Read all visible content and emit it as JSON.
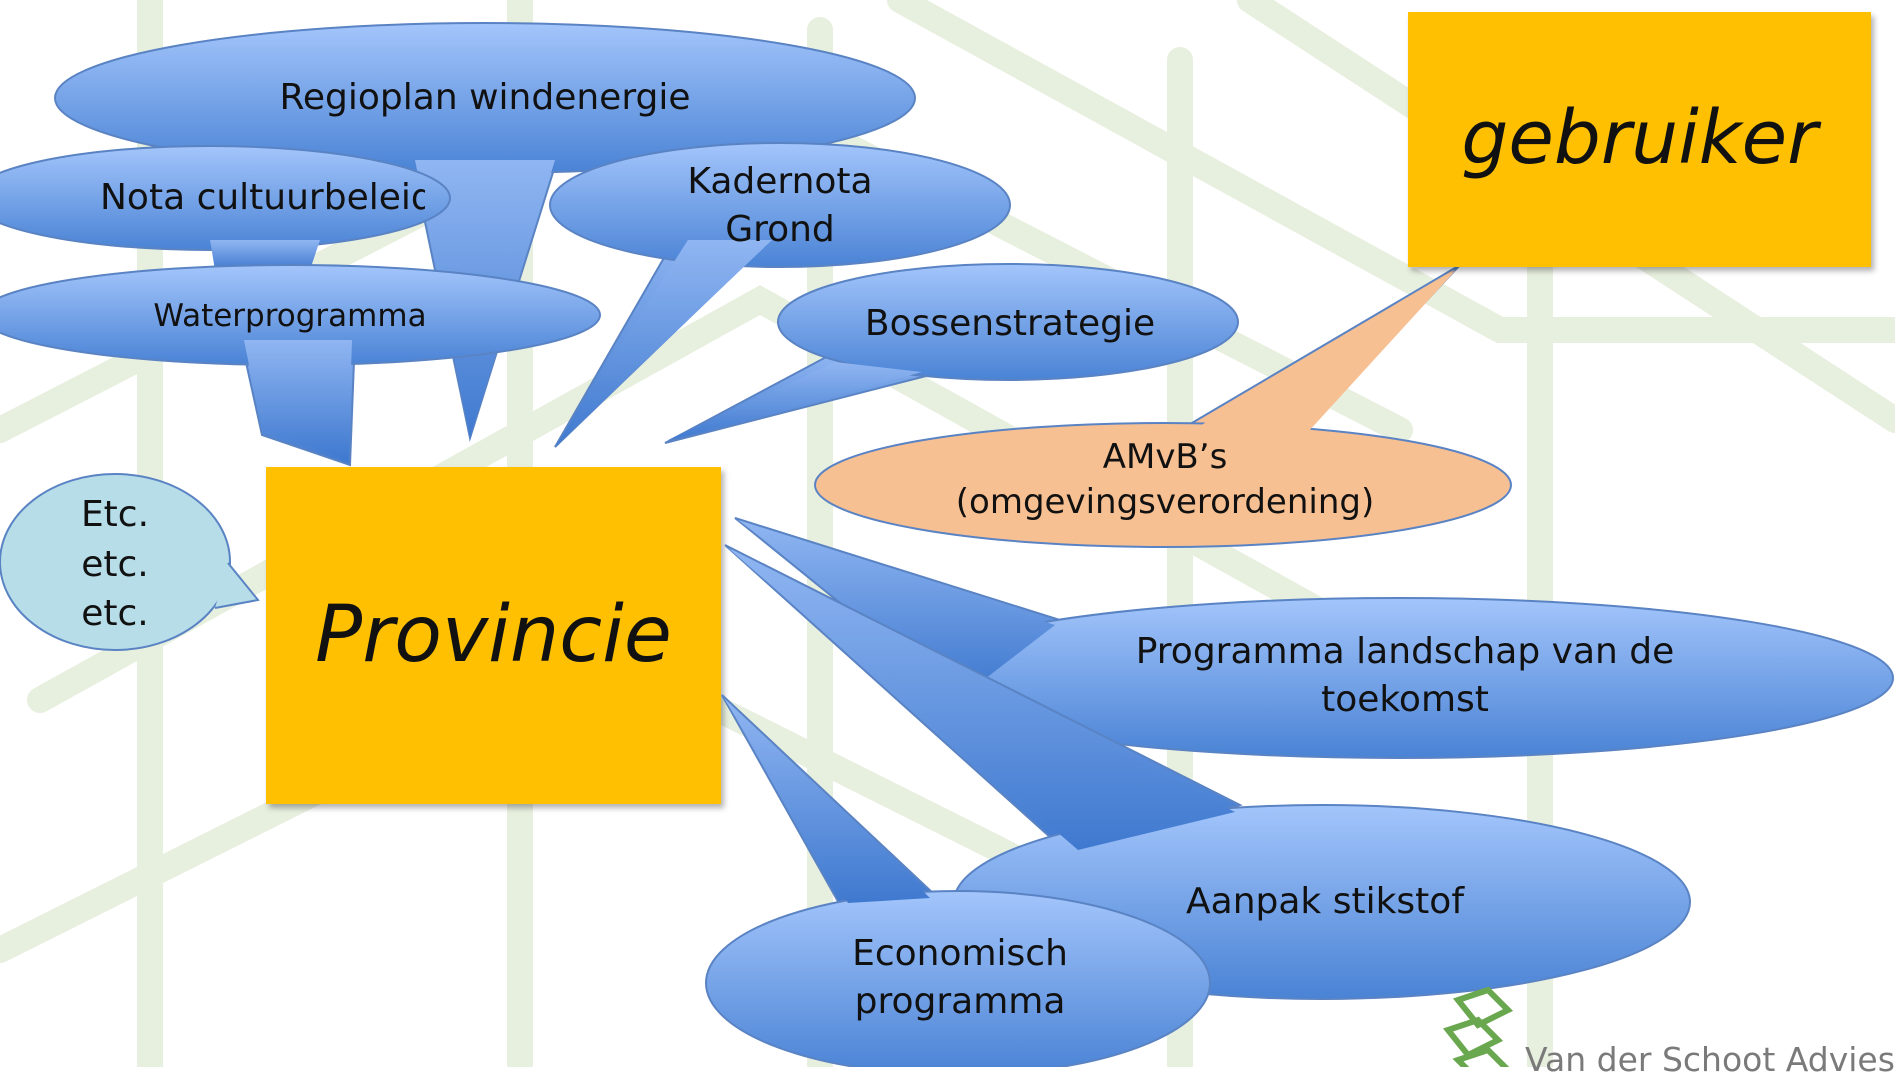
{
  "colors": {
    "box_fill": "#fec000",
    "bubble_blue_light": "#9dbff7",
    "bubble_blue_dark": "#4c84d6",
    "bubble_blue_stroke": "#5a83c4",
    "bubble_orange": "#f7c093",
    "bubble_light": "#b7dde8",
    "background_pattern": "#e7efde",
    "logo_green": "#6aa84f"
  },
  "boxes": {
    "provincie": "Provincie",
    "gebruiker": "gebruiker"
  },
  "bubbles": {
    "regioplan": "Regioplan windenergie",
    "nota_cultuur": "Nota cultuurbeleid",
    "kadernota_line1": "Kadernota",
    "kadernota_line2": "Grond",
    "waterprogramma": "Waterprogramma",
    "bossenstrategie": "Bossenstrategie",
    "amvb_line1": "AMvB’s",
    "amvb_line2": "(omgevingsverordening)",
    "etc_line1": "Etc.",
    "etc_line2": "etc.",
    "etc_line3": "etc.",
    "landschap_line1": "Programma landschap van de",
    "landschap_line2": "toekomst",
    "stikstof": "Aanpak stikstof",
    "economisch_line1": "Economisch",
    "economisch_line2": "programma"
  },
  "logo": {
    "text": "Van der Schoot Advies",
    "icon": "leaf-logo-icon"
  }
}
